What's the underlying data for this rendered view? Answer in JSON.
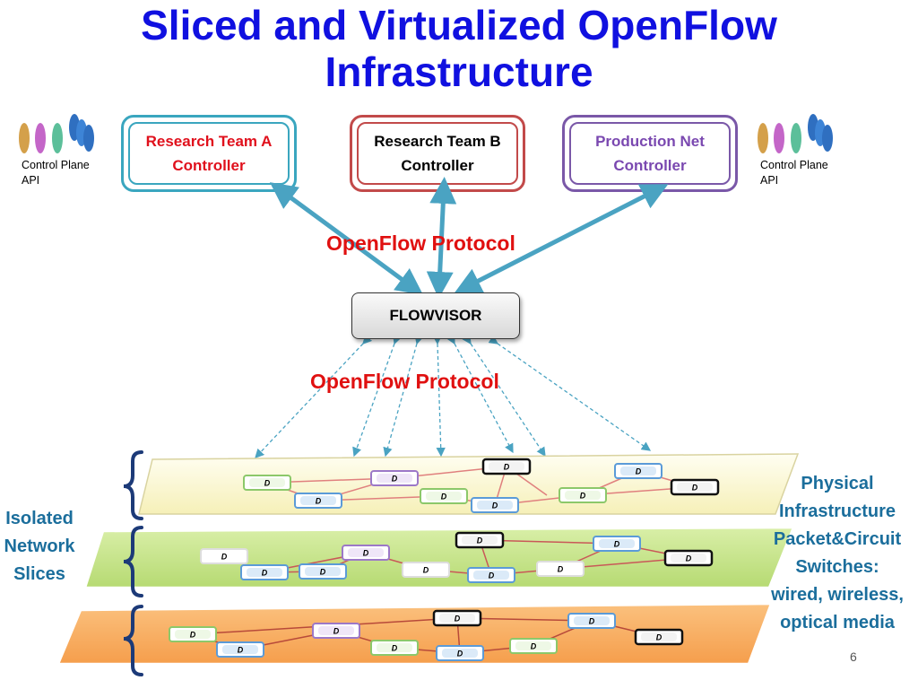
{
  "title": "Sliced and Virtualized OpenFlow\nInfrastructure",
  "controllers": {
    "a": "Research Team A\nController",
    "b": "Research Team B\nController",
    "c": "Production Net\nController"
  },
  "control_plane_api": "Control Plane\nAPI",
  "protocol_top": "OpenFlow Protocol",
  "protocol_bottom": "OpenFlow Protocol",
  "flowvisor": "FLOWVISOR",
  "isolated_slices": "Isolated\nNetwork\nSlices",
  "physical_infrastructure": "Physical\nInfrastructure\nPacket&Circuit\nSwitches:\nwired, wireless,\noptical media",
  "switch_label": "D",
  "slide_number": "6",
  "colors": {
    "title": "#1010e0",
    "protocol": "#e01010",
    "arrow": "#4aa3c2",
    "side_text": "#1b6e9c",
    "bracket": "#1c3a78",
    "layer_top": "#fdfbe0",
    "layer_middle": "#c6e48a",
    "layer_bottom": "#f7b06a"
  },
  "icons": [
    "user-group-icon",
    "network-switch-icon"
  ]
}
